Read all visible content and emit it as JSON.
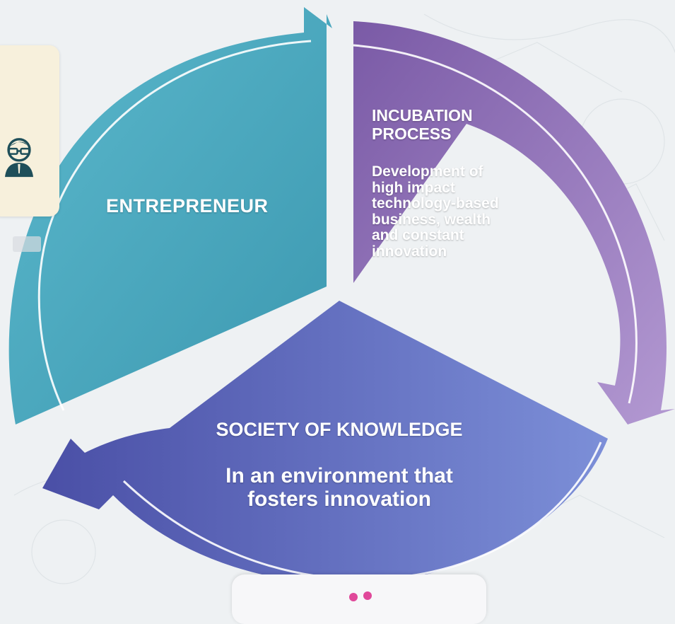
{
  "colors": {
    "entrepreneur": "#4aa8bf",
    "incubation": "#8e6cb2",
    "society": "#5a63b3",
    "background": "#eef1f3",
    "card": "#f7f0dc"
  },
  "segments": {
    "entrepreneur": {
      "title": "ENTREPRENEUR"
    },
    "incubation": {
      "title_lines": [
        "INCUBATION",
        "PROCESS"
      ],
      "desc_lines": [
        "Development of",
        "high impact",
        "technology-based",
        "business, wealth",
        "and constant",
        "innovation"
      ]
    },
    "society": {
      "title": "SOCIETY OF KNOWLEDGE",
      "desc_lines": [
        "In an environment that",
        "fosters innovation"
      ]
    }
  },
  "icons": {
    "side_card_icon": "user-with-glasses-icon",
    "bottom_card_icon": "pink-dots-icon"
  }
}
